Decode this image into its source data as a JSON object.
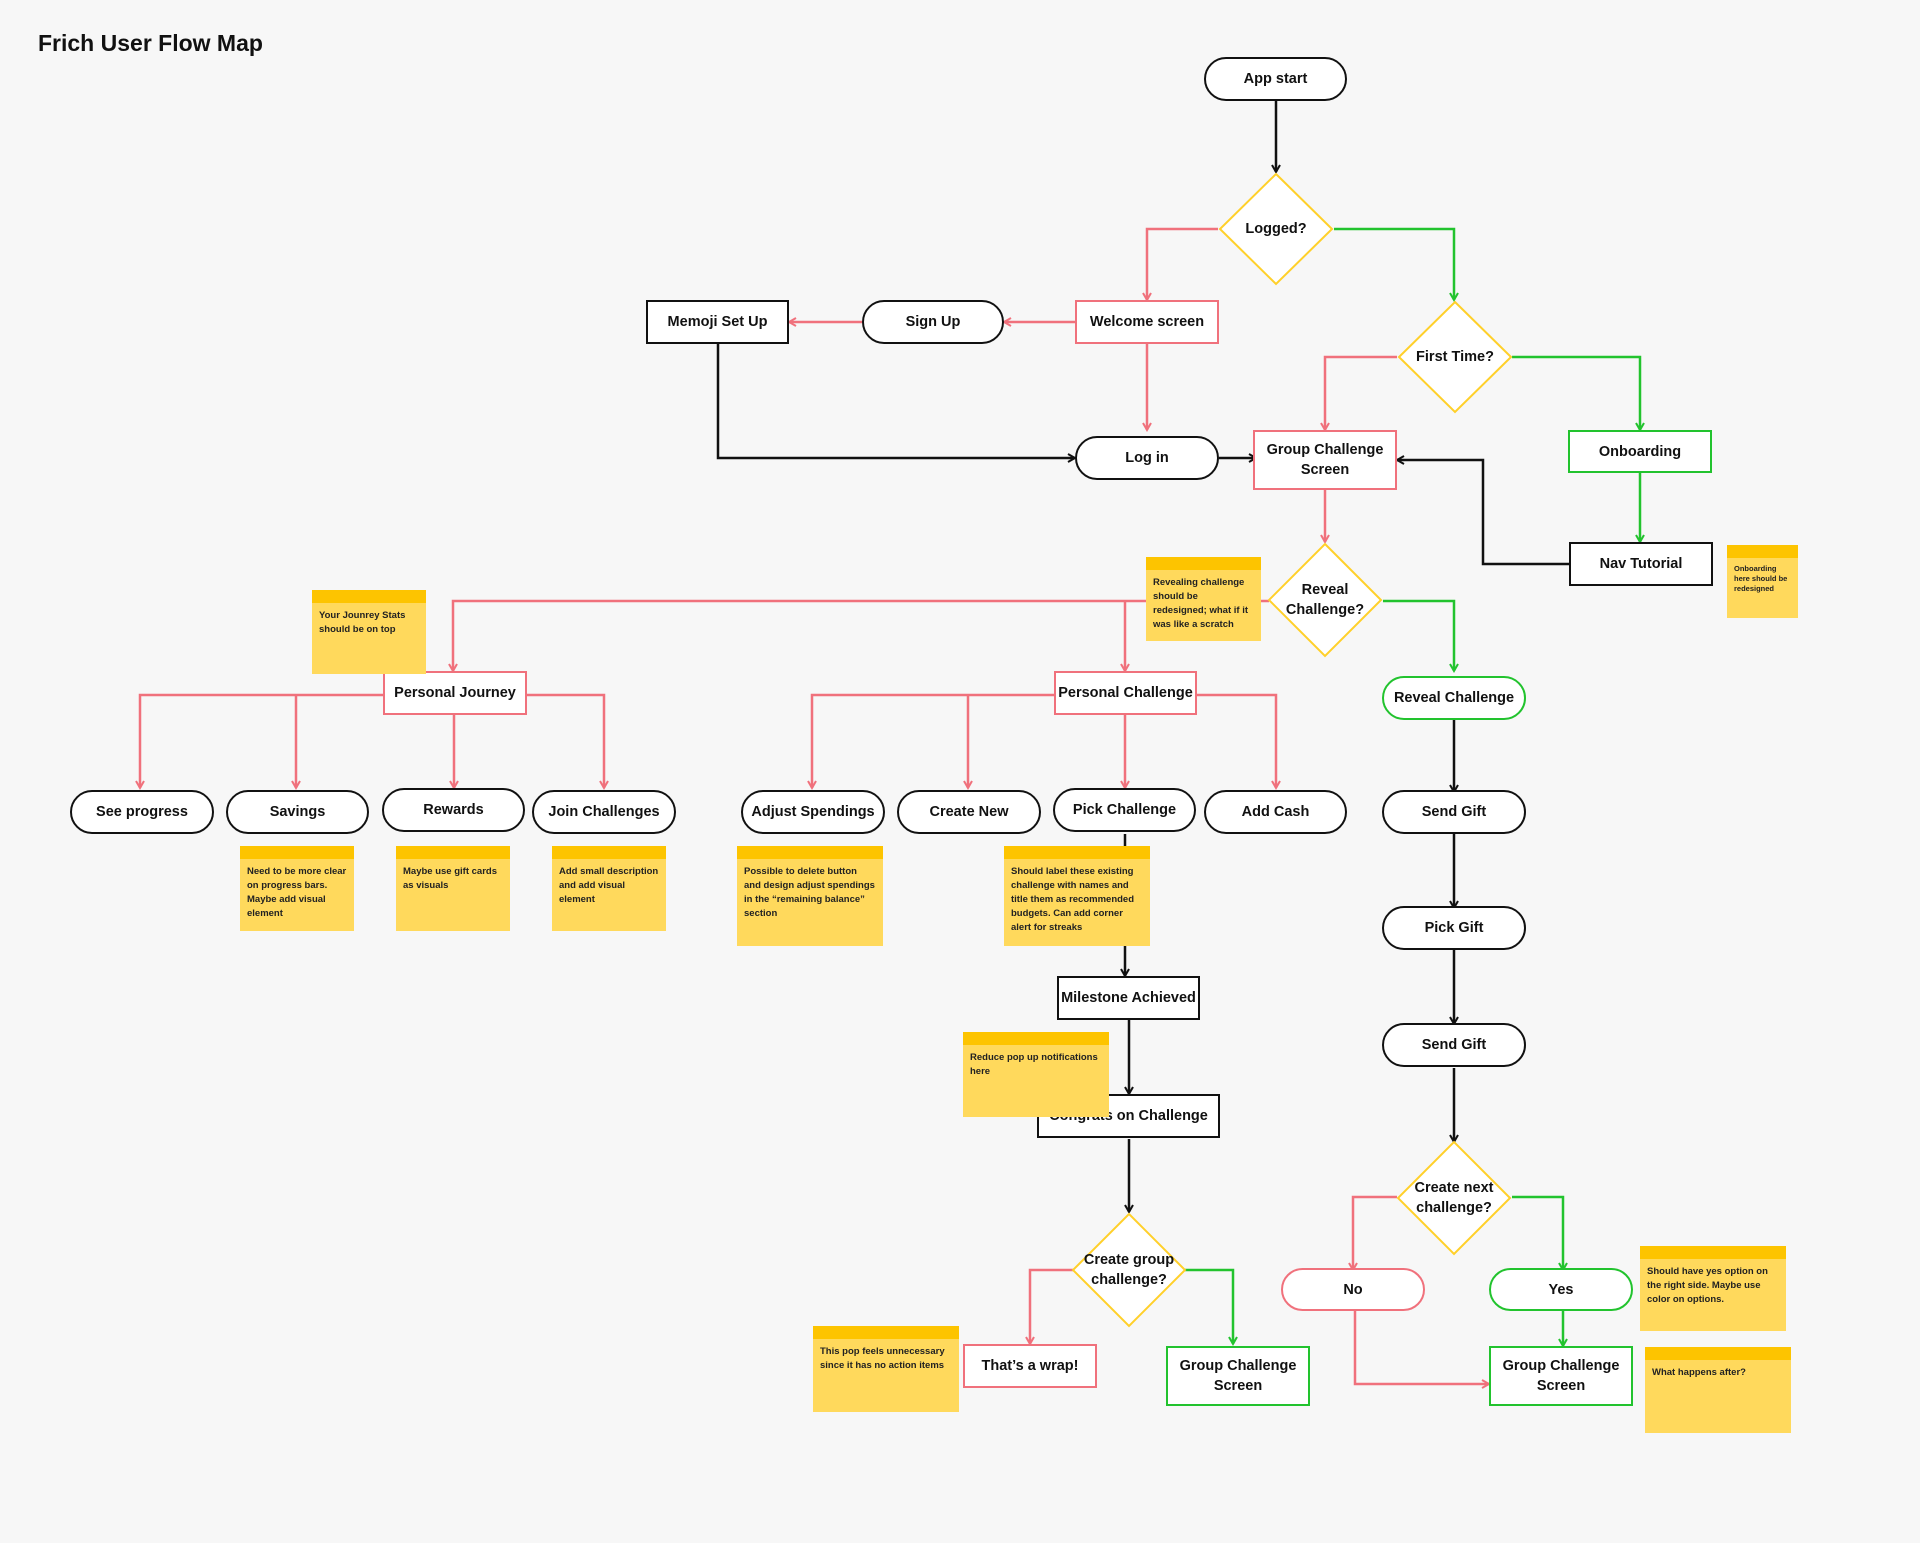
{
  "title": "Frich User Flow Map",
  "nodes": {
    "app_start": "App start",
    "welcome_screen": "Welcome screen",
    "sign_up": "Sign Up",
    "memoji_set_up": "Memoji Set Up",
    "log_in": "Log in",
    "group_challenge_screen": "Group Challenge Screen",
    "onboarding": "Onboarding",
    "nav_tutorial": "Nav Tutorial",
    "personal_journey": "Personal Journey",
    "personal_challenge": "Personal Challenge",
    "reveal_challenge": "Reveal Challenge",
    "see_progress": "See progress",
    "savings": "Savings",
    "rewards": "Rewards",
    "join_challenges": "Join Challenges",
    "adjust_spendings": "Adjust Spendings",
    "create_new": "Create New",
    "pick_challenge": "Pick Challenge",
    "add_cash": "Add Cash",
    "send_gift_1": "Send Gift",
    "pick_gift": "Pick Gift",
    "send_gift_2": "Send Gift",
    "milestone_achieved": "Milestone Achieved",
    "congrats_on_challenge": "Congrats on Challenge",
    "thats_a_wrap": "That’s a wrap!",
    "group_challenge_screen_left": "Group Challenge Screen",
    "no": "No",
    "yes": "Yes",
    "group_challenge_screen_right": "Group Challenge Screen"
  },
  "decisions": {
    "logged": "Logged?",
    "first_time": "First Time?",
    "reveal_challenge": "Reveal Challenge?",
    "create_next_challenge": "Create next challenge?",
    "create_group_challenge": "Create group challenge?"
  },
  "notes": {
    "journey_stats": "Your Jounrey Stats should be on top",
    "reveal_redesign": "Revealing challenge should be redesigned; what if it was like a scratch",
    "onboarding": "Onboarding here should be redesigned",
    "progress_bars": "Need to be more clear on progress bars. Maybe add visual element",
    "gift_cards": "Maybe use gift cards as visuals",
    "join_description": "Add small description and add visual element",
    "delete_button": "Possible to delete button and design adjust spendings in the “remaining balance” section",
    "label_challenges": "Should label these existing challenge with names and title them as recommended budgets. Can add corner alert for streaks",
    "pop_up": "Reduce pop up notifications here",
    "unnecessary_pop": "This pop feels unnecessary since it has no action items",
    "yes_right": "Should have yes option on the right side. Maybe use color on options.",
    "what_happens": "What happens after?"
  },
  "colors": {
    "background": "#f7f7f7",
    "black_path": "#111111",
    "negative_path": "#f0717c",
    "positive_path": "#22c32e",
    "decision_outline": "#ffd02a",
    "sticky_note": "#ffd95c",
    "sticky_band": "#fdc400"
  }
}
